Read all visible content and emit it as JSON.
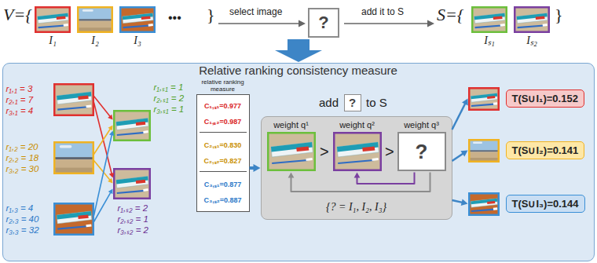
{
  "diagram": {
    "nodes": [
      {
        "text": [
          "I₁"
        ]
      },
      {
        "text": [
          "I₂"
        ]
      },
      {
        "text": [
          "I₃"
        ]
      },
      {
        "text": [
          "?"
        ]
      },
      {
        "text": [
          "Iₛ₁"
        ]
      },
      {
        "text": [
          "Iₛ₂"
        ]
      },
      {
        "text": [
          "Relative ranking consistency measure"
        ]
      },
      {
        "text": [
          "r₁,₁ = 3",
          "r₂,₁ = 7",
          "r₃,₁ = 4"
        ],
        "in": 6
      },
      {
        "text": [
          "r₁,₂ = 20",
          "r₂,₂ = 18",
          "r₃,₂ = 30"
        ],
        "in": 6
      },
      {
        "text": [
          "r₁,₃ = 4",
          "r₂,₃ = 40",
          "r₃,₃ = 32"
        ],
        "in": 6
      },
      {
        "text": [
          "r₁,ₛ₁ = 1",
          "r₂,ₛ₁ = 2",
          "r₃,ₛ₁ = 1"
        ],
        "in": 6
      },
      {
        "text": [
          "r₁,ₛ₂ = 2",
          "r₂,ₛ₂ = 1",
          "r₃,ₛ₂ = 2"
        ],
        "in": 6
      },
      {
        "text": [
          "relative ranking measure",
          "C₁,ₛ₁=0.977",
          "C₁,ₛ₂=0.987",
          "C₂,ₛ₁=0.830",
          "C₂,ₛ₂=0.827",
          "C₃,ₛ₁=0.877",
          "C₃,ₛ₂=0.887"
        ],
        "in": 6
      },
      {
        "text": [
          "?"
        ],
        "in": 6
      },
      {
        "text": [
          "{? = I₁, I₂, I₃}"
        ],
        "in": 6
      },
      {
        "text": [
          "weight q¹"
        ],
        "in": 14
      },
      {
        "text": [
          "weight q²"
        ],
        "in": 14
      },
      {
        "text": [
          "weight q³",
          "?"
        ],
        "in": 14
      },
      {
        "text": [
          "T(S∪I₁)=0.152"
        ],
        "in": 6
      },
      {
        "text": [
          "T(S∪I₂)=0.141"
        ],
        "in": 6
      },
      {
        "text": [
          "T(S∪I₃)=0.144"
        ],
        "in": 6
      }
    ],
    "edges": [
      {
        "from": 7,
        "to": 10,
        "arrow": "to"
      },
      {
        "from": 7,
        "to": 11,
        "arrow": "to"
      },
      {
        "from": 8,
        "to": 10,
        "arrow": "to"
      },
      {
        "from": 8,
        "to": 11,
        "arrow": "to"
      },
      {
        "from": 9,
        "to": 10,
        "arrow": "to"
      },
      {
        "from": 9,
        "to": 11,
        "arrow": "to"
      },
      {
        "from": 12,
        "to": 14,
        "arrow": "to"
      },
      {
        "from": 17,
        "to": 15,
        "arrow": "to"
      },
      {
        "from": 17,
        "to": 16,
        "arrow": "to"
      },
      {
        "from": 14,
        "to": 18,
        "arrow": "to"
      },
      {
        "from": 14,
        "to": 19,
        "arrow": "to"
      },
      {
        "from": 14,
        "to": 20,
        "arrow": "to"
      }
    ],
    "labels": [
      "V={",
      "•••",
      "}",
      "select image",
      "add it to S",
      "S={",
      "}",
      "add",
      "to S",
      ">",
      ">"
    ]
  }
}
